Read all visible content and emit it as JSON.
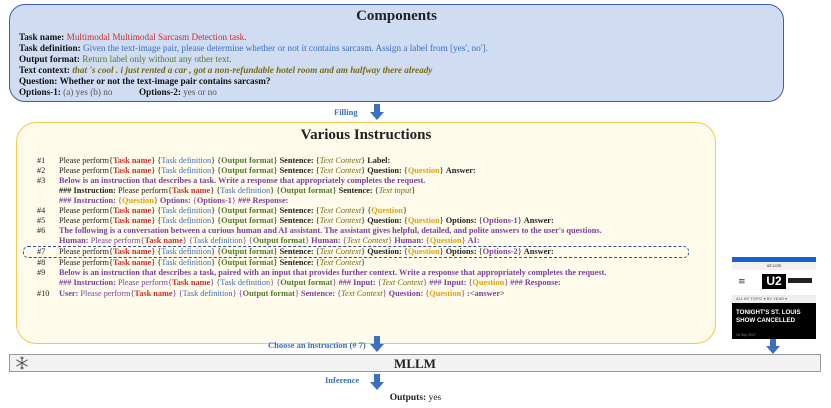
{
  "components": {
    "title": "Components",
    "rows": [
      {
        "label": "Task name:",
        "value": "Multimodal Multimodal Sarcasm Detection task."
      },
      {
        "label": "Task definition:",
        "value": "Given the text-image pair, please determine whether or not it contains sarcasm. Assign a label from [yes', no']."
      },
      {
        "label": "Output format:",
        "value": "Return label only without any other text."
      },
      {
        "label": "Text context:",
        "value": "that 's cool . i just rented a car , got a non-refundable hotel room and am halfway there already"
      },
      {
        "label": "Question:",
        "value": "Whether or not the text-image pair contains sarcasm?"
      }
    ],
    "options1_label": "Options-1:",
    "options1_value": "(a) yes (b) no",
    "options2_label": "Options-2:",
    "options2_value": "yes or no"
  },
  "flow": {
    "filling": "Filling",
    "choose": "Choose an instruction (# 7)",
    "inference": "Inference"
  },
  "instructions": {
    "title": "Various Instructions",
    "items": [
      {
        "num": "#1",
        "text": "Please perform{Task name} {Task definition} {Output format} Sentence: {Text Context} Label:"
      },
      {
        "num": "#2",
        "text": "Please perform{Task name} {Task definition} {Output format} Sentence: {Text Context} Question: {Question} Answer:"
      },
      {
        "num": "#3",
        "text": "Below is an instruction that describes a task. Write a response that appropriately completes the request."
      },
      {
        "num": "",
        "text": "### Instruction: Please perform{Task name} {Task definition} {Output format} Sentence: {Text input}"
      },
      {
        "num": "",
        "text": "### Instruction: {Question} Options: {Options-1} ### Response:"
      },
      {
        "num": "#4",
        "text": "Please perform{Task name} {Task definition} {Output format} Sentence: {Text Context} {Question}"
      },
      {
        "num": "#5",
        "text": "Please perform{Task name} {Task definition} {Output format} Sentence: {Text Context} Question: {Question} Options: {Options-1} Answer:"
      },
      {
        "num": "#6",
        "text": "The following is a conversation between a curious human and AI assistant. The assistant gives helpful, detailed, and polite answers to the user's questions."
      },
      {
        "num": "",
        "text": "Human: Please perform{Task name} {Task definition} {Output format} Human: {Text Context} Human: {Question} AI:"
      },
      {
        "num": "#7",
        "text": "Please perform{Task name} {Task definition} {Output format} Sentence: {Text Context} Question: {Question} Options: {Options-2} Answer:"
      },
      {
        "num": "#8",
        "text": "Please perform{Task name} {Task definition} {Output format} Sentence: {Text Context}"
      },
      {
        "num": "#9",
        "text": "Below is an instruction that describes a task, paired with an input that provides further context. Write a response that appropriately completes the request."
      },
      {
        "num": "",
        "text": "### Instruction: Please perform{Task name} {Task definition} {Output format} ### Input: {Text Context} ### Input: {Question} ### Response:"
      },
      {
        "num": "#10",
        "text": "User: Please perform{Task name} {Task definition} {Output format} Sentence: {Text Context} Question: {Question} :<answer>"
      }
    ]
  },
  "mllm": {
    "label": "MLLM"
  },
  "outputs": {
    "label": "Outputs:",
    "value": "yes"
  },
  "phone": {
    "url": "u2.com",
    "logo": "U2",
    "nav": "ALL   BY TOPIC ▾   BY YEAR ▾",
    "headline": "TONIGHT'S ST. LOUIS SHOW CANCELLED",
    "date": "16 Sep 2017"
  },
  "colors": {
    "task_name": "#d42a2a",
    "task_definition": "#3a6fc2",
    "output_format": "#4f7a2b",
    "text_context": "#7a6a12",
    "question": "#e0a10d",
    "options": "#7b3fa0",
    "arrow": "#3a6fc2"
  }
}
